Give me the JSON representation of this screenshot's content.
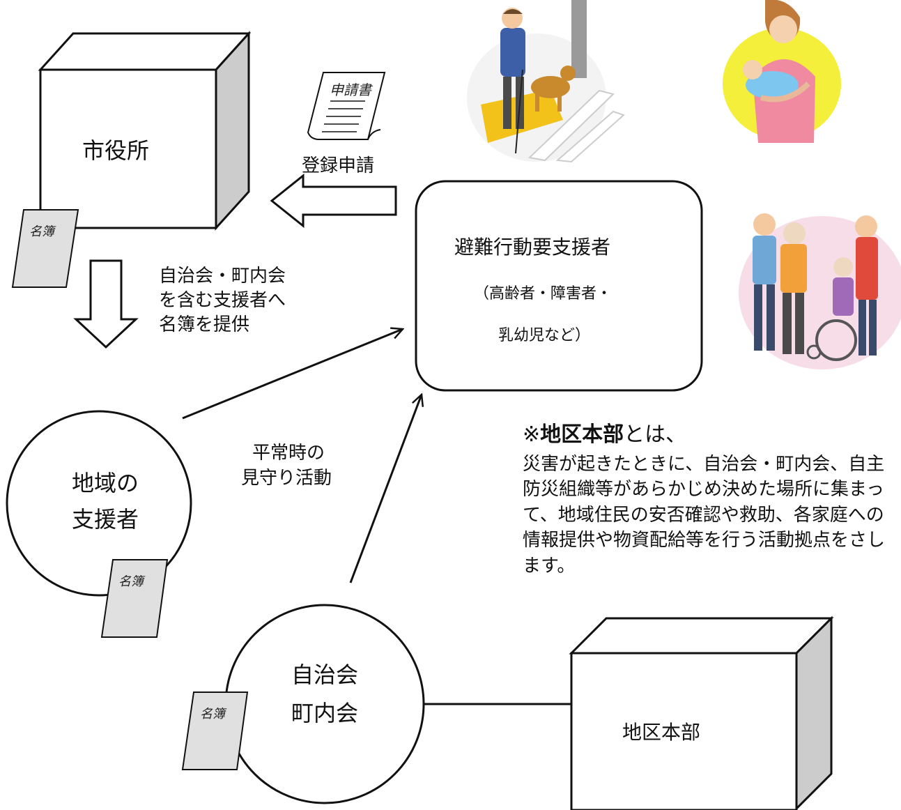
{
  "nodes": {
    "city_hall": "市役所",
    "evacuee": "避難行動要支援者",
    "evacuee_note_1": "（高齢者・障害者・",
    "evacuee_note_2": "乳幼児など）",
    "local_supporter_1": "地域の",
    "local_supporter_2": "支援者",
    "neighborhood_1": "自治会",
    "neighborhood_2": "町内会",
    "district_hq": "地区本部"
  },
  "document_label": "申請書",
  "ledger_label": "名簿",
  "edges": {
    "registration": "登録申請",
    "provide_list_1": "自治会・町内会",
    "provide_list_2": "を含む支援者へ",
    "provide_list_3": "名簿を提供",
    "watch_1": "平常時の",
    "watch_2": "見守り活動"
  },
  "note": {
    "prefix": "※",
    "term": "地区本部",
    "suffix": "とは、",
    "body": "災害が起きたときに、自治会・町内会、自主防災組織等があらかじめ決めた場所に集まって、地域住民の安否確認や救助、各家庭への情報提供や物資配給等を行う活動拠点をさします。"
  },
  "illustrations": [
    "guide-dog-user-crossing",
    "mother-holding-infant",
    "family-with-wheelchair-user"
  ],
  "colors": {
    "cube_side": "#cccccc",
    "ledger": "#e0e0e0",
    "mother_bg": "#f4ef3a",
    "family_bg": "#f6dde8"
  }
}
